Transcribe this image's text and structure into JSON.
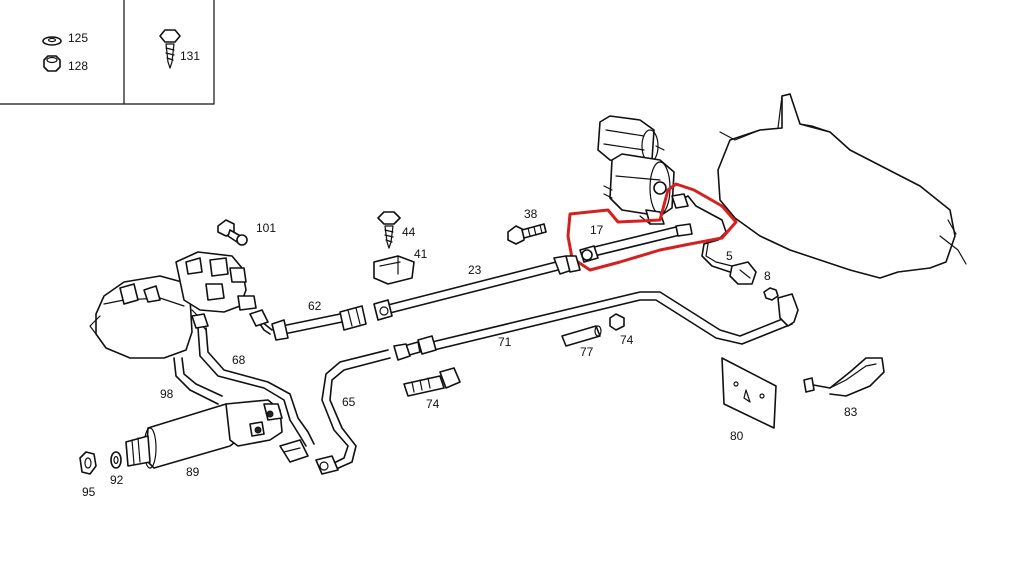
{
  "parts": {
    "p125": "125",
    "p128": "128",
    "p131": "131",
    "p101": "101",
    "p44": "44",
    "p41": "41",
    "p38": "38",
    "p17": "17",
    "p23": "23",
    "p5": "5",
    "p8": "8",
    "p62": "62",
    "p68": "68",
    "p71": "71",
    "p77": "77",
    "p74a": "74",
    "p74b": "74",
    "p65": "65",
    "p98": "98",
    "p89": "89",
    "p92": "92",
    "p95": "95",
    "p80": "80",
    "p83": "83"
  },
  "colors": {
    "line": "#111111",
    "highlight": "#d62020",
    "background": "#ffffff"
  }
}
